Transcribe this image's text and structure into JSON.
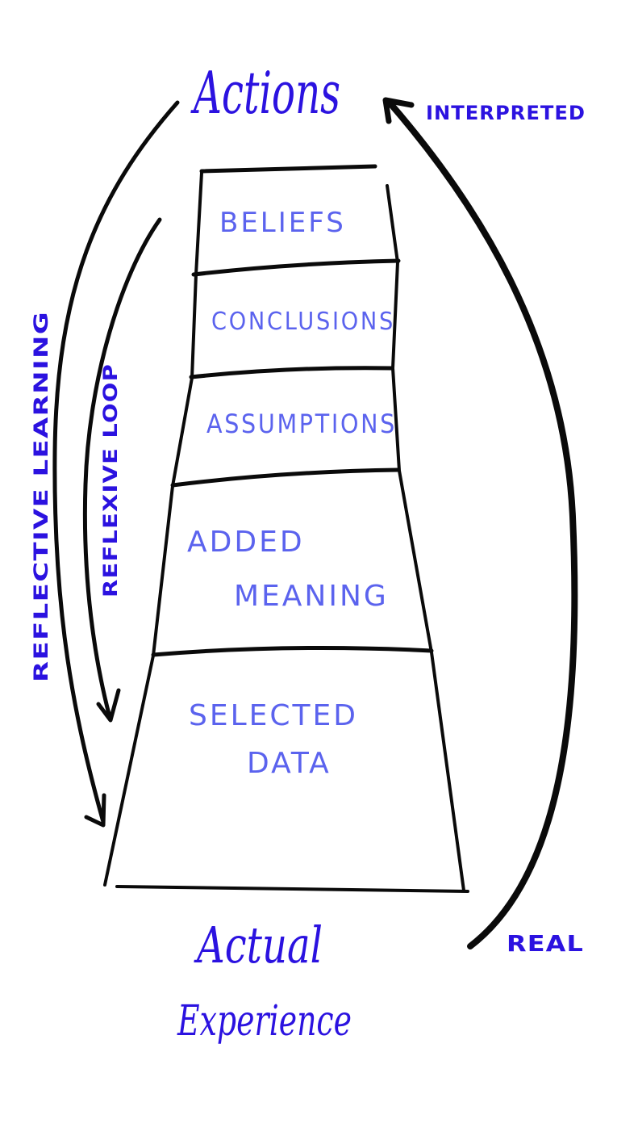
{
  "top_label": "Actions",
  "bottom_label_line1": "Actual",
  "bottom_label_line2": "Experience",
  "rungs": [
    {
      "lines": [
        "BELIEFS"
      ]
    },
    {
      "lines": [
        "CONCLUSIONS"
      ]
    },
    {
      "lines": [
        "ASSUMPTIONS"
      ]
    },
    {
      "lines": [
        "ADDED",
        "MEANING"
      ]
    },
    {
      "lines": [
        "SELECTED",
        "DATA"
      ]
    }
  ],
  "right_top_label": "INTERPRETED",
  "right_bottom_label": "REAL",
  "left_outer_label": "REFLECTIVE   LEARNING",
  "left_inner_label": "REFLEXIVE LOOP",
  "colors": {
    "ink": "#0a0a0a",
    "title_blue": "#2b12e0",
    "rung_blue": "#5b63ee"
  }
}
